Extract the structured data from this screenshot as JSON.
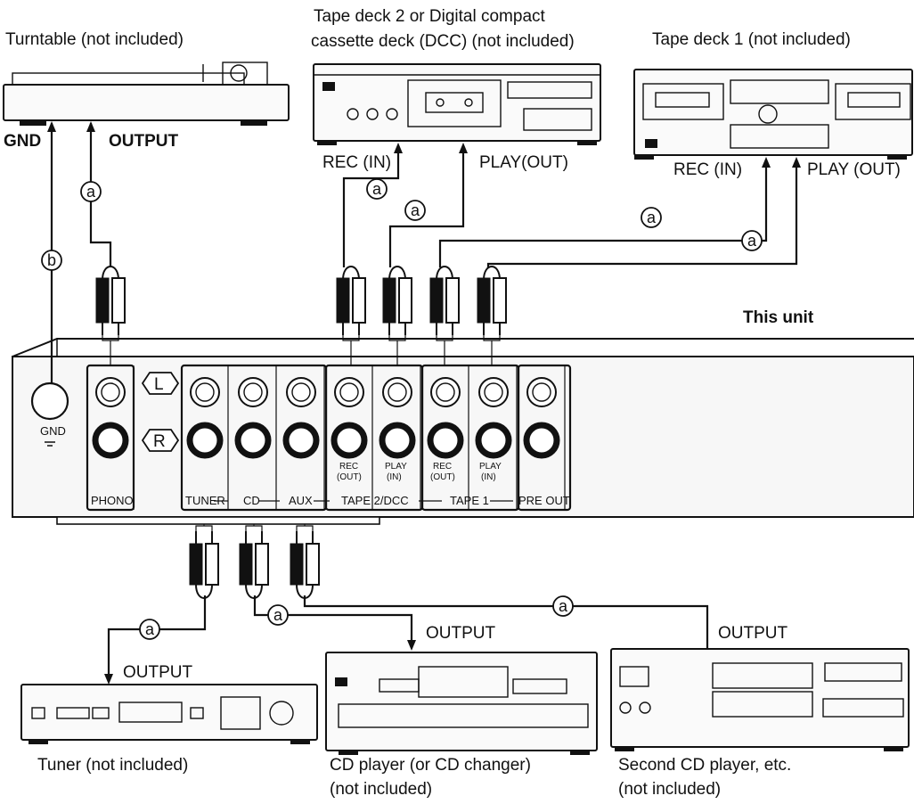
{
  "devices": {
    "turntable": "Turntable (not included)",
    "tape2_line1": "Tape deck 2 or Digital compact",
    "tape2_line2": "cassette deck (DCC) (not included)",
    "tape1": "Tape deck 1 (not included)",
    "unit": "This unit",
    "tuner": "Tuner (not included)",
    "cd_line1": "CD player (or CD changer)",
    "cd_line2": "(not included)",
    "cd2_line1": "Second CD player, etc.",
    "cd2_line2": "(not included)"
  },
  "terminals": {
    "gnd": "GND",
    "output": "OUTPUT",
    "rec_in": "REC (IN)",
    "play_out_tape2": "PLAY(OUT)",
    "play_out_tape1": "PLAY (OUT)"
  },
  "cable_markers": {
    "a": "a",
    "b": "b"
  },
  "panel": {
    "gnd": "GND",
    "left": "L",
    "right": "R",
    "phono": "PHONO",
    "tuner": "TUNER",
    "cd": "CD",
    "aux": "AUX",
    "tape2": "TAPE 2/DCC",
    "tape1": "TAPE 1",
    "pre_out": "PRE OUT",
    "rec": "REC",
    "play": "PLAY",
    "out": "(OUT)",
    "in": "(IN)"
  }
}
